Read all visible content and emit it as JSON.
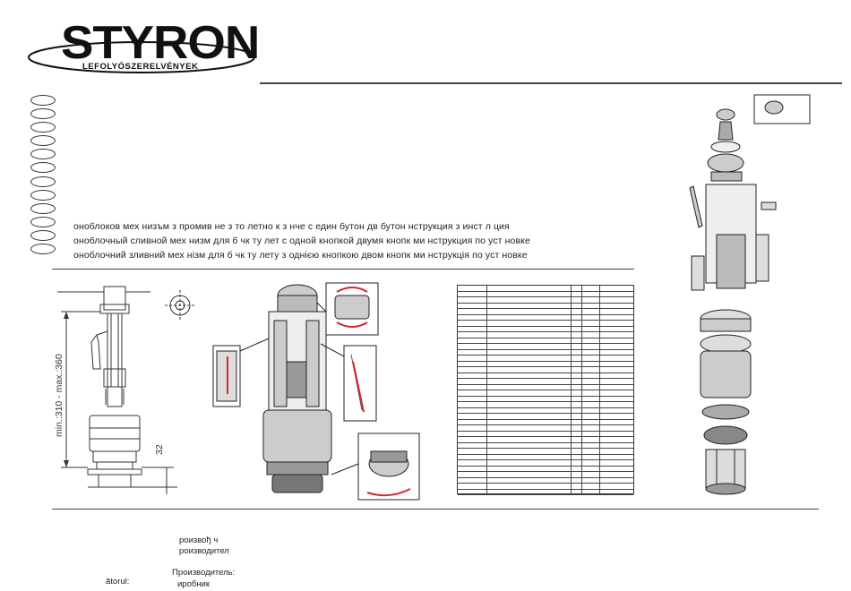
{
  "brand": {
    "name": "STYRON",
    "subtitle": "LEFOLYÓSZERELVÉNYEK"
  },
  "language_selector_count": 12,
  "titles": [
    "оноблоков мех  низъм з   промив  не з   то  летно к  з  нче с един бутон   дв   бутон       нструкция з   инст  л  ция",
    "оноблочный сливной мех  низм для б  чк   ту  лет   с одной кнопкой   двумя кнопк  ми       нструкция по уст  новке",
    "оноблочний зливний мех  нізм для б  чк   ту  лету з однією кнопкою   двом   кнопк  ми       нструкція по уст  новке"
  ],
  "dimensions": {
    "range_label": "min.:310 - max.:360",
    "side_label": "32"
  },
  "parts_table": {
    "rows": 36
  },
  "footer": {
    "lines": [
      "роизвођ  ч",
      "роизводител",
      "Производитель:",
      "иробник",
      "ătorul:"
    ]
  },
  "colors": {
    "accent_red": "#d8262b",
    "line": "#333333"
  }
}
